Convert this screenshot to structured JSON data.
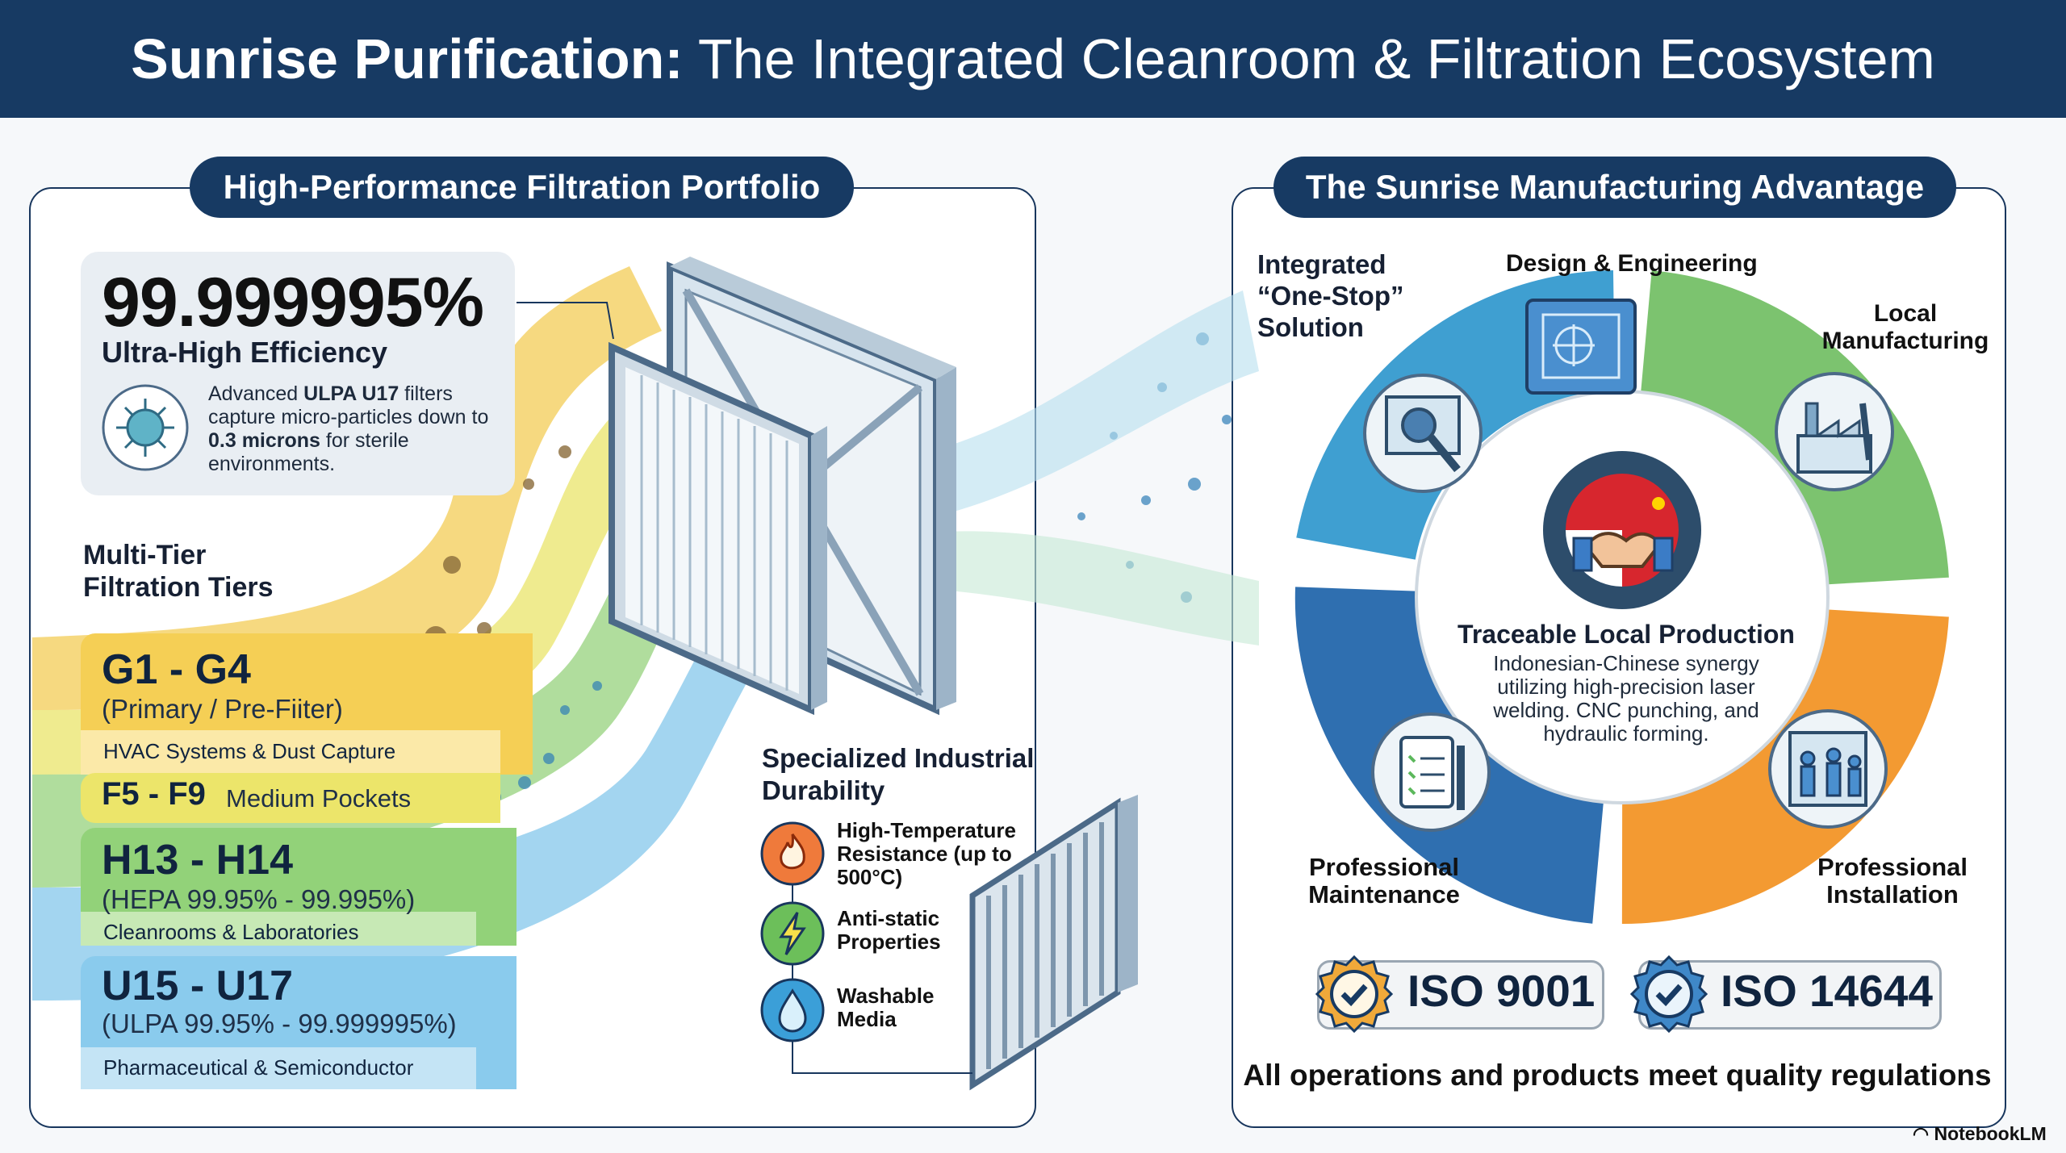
{
  "header": {
    "title_bold": "Sunrise Purification:",
    "title_rest": " The Integrated Cleanroom & Filtration Ecosystem"
  },
  "left_panel": {
    "heading": "High-Performance Filtration Portfolio",
    "efficiency": {
      "value": "99.999995%",
      "subtitle": "Ultra-High Efficiency",
      "text_1": "Advanced ",
      "text_bold_1": "ULPA U17",
      "text_2": " filters capture micro-particles down to ",
      "text_bold_2": "0.3 microns",
      "text_3": " for sterile environments."
    },
    "tiers_label": "Multi-Tier Filtration Tiers",
    "tiers": [
      {
        "code": "G1 - G4",
        "desc": "(Primary / Pre-Fiiter)",
        "app": "HVAC Systems & Dust Capture",
        "color": "#f3c94a"
      },
      {
        "code": "F5 - F9",
        "desc": "Medium Pockets",
        "color": "#e7e24a"
      },
      {
        "code": "H13 - H14",
        "desc": "(HEPA 99.95% - 99.995%)",
        "app": "Cleanrooms & Laboratories",
        "color": "#8dcc6a"
      },
      {
        "code": "U15 - U17",
        "desc": "(ULPA 99.95% - 99.999995%)",
        "app": "Pharmaceutical & Semiconductor",
        "color": "#7cc2e6"
      }
    ],
    "durability": {
      "heading": "Specialized Industrial Durability",
      "items": [
        {
          "label": "High-Temperature Resistance (up to 500°C)",
          "icon": "flame-icon",
          "color": "#ef7a3b"
        },
        {
          "label": "Anti-static Properties",
          "icon": "lightning-icon",
          "color": "#6cbf5a"
        },
        {
          "label": "Washable Media",
          "icon": "droplet-icon",
          "color": "#3b9fd8"
        }
      ]
    }
  },
  "right_panel": {
    "heading": "The Sunrise Manufacturing Advantage",
    "integrated_label": "Integrated “One-Stop” Solution",
    "steps": {
      "design": "Design & Engineering",
      "local": "Local Manufacturing",
      "installation": "Professional Installation",
      "maintenance": "Professional Maintenance"
    },
    "center": {
      "title": "Traceable Local Production",
      "text": "Indonesian-Chinese synergy utilizing high-precision laser welding. CNC punching, and hydraulic forming."
    },
    "cycle_colors": [
      "#3f9fd1",
      "#7cc36f",
      "#f39a32",
      "#2f6fb0"
    ],
    "iso": [
      "ISO 9001",
      "ISO 14644"
    ],
    "footer": "All operations and products meet quality regulations"
  },
  "watermark": "NotebookLM"
}
